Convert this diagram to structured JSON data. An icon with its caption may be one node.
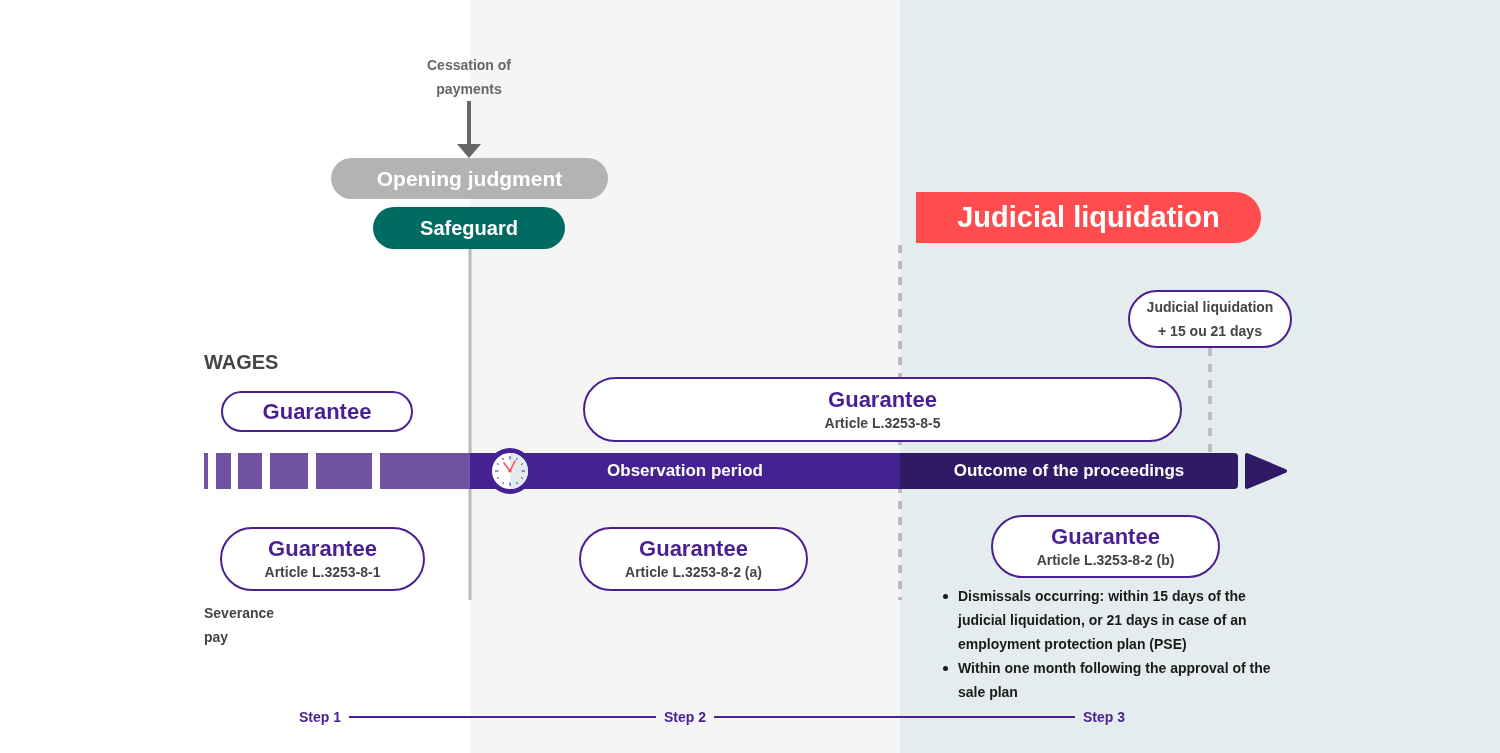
{
  "diagram": {
    "nodes": [
      {
        "text": [
          "Cessation of payments"
        ]
      },
      {
        "text": [
          "Opening judgment"
        ]
      },
      {
        "text": [
          "Safeguard"
        ]
      },
      {
        "text": [
          "Judicial liquidation"
        ]
      },
      {
        "text": [
          "Judicial liquidation + 15 ou 21 days"
        ]
      },
      {
        "text": [
          "Guarantee"
        ]
      },
      {
        "text": [
          "Guarantee",
          "Article L.3253-8-5"
        ]
      },
      {
        "text": [
          "Observation period"
        ]
      },
      {
        "text": [
          "Outcome of the proceedings"
        ]
      },
      {
        "text": [
          "Guarantee",
          "Article L.3253-8-1"
        ]
      },
      {
        "text": [
          "Guarantee",
          "Article L.3253-8-2 (a)"
        ]
      },
      {
        "text": [
          "Guarantee",
          "Article L.3253-8-2 (b)"
        ],
        "beside": [
          "Dismissals occurring: within 15 days of the judicial liquidation, or 21 days in case of an employment protection plan (PSE)",
          "Within one month following the approval of the sale plan"
        ]
      },
      {
        "text": [
          "Step 1"
        ]
      },
      {
        "text": [
          "Step 2"
        ]
      },
      {
        "text": [
          "Step 3"
        ]
      }
    ],
    "edges": [
      {
        "from": 0,
        "to": 1,
        "arrow": "to",
        "color": "#666666"
      },
      {
        "from": 4,
        "to": 8,
        "arrow": "none",
        "style": "dashed",
        "color": "#bdbdbd"
      },
      {
        "from": 12,
        "to": 13,
        "arrow": "none"
      },
      {
        "from": 13,
        "to": 14,
        "arrow": "none"
      }
    ],
    "labels": [
      "WAGES",
      "Severance pay"
    ]
  }
}
